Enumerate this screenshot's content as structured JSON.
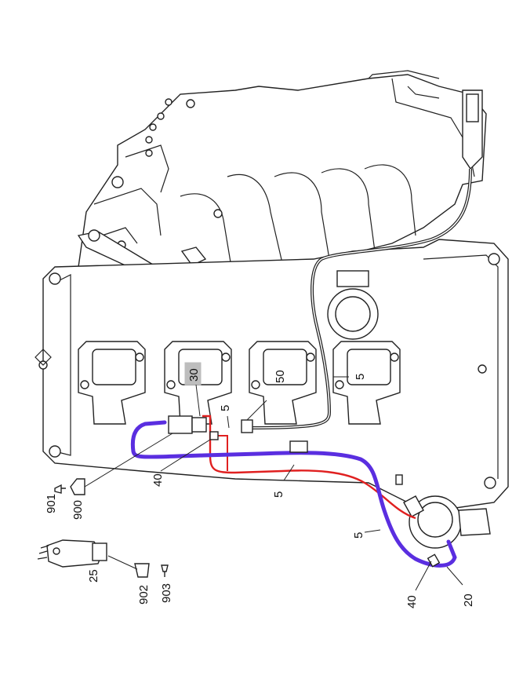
{
  "labels": {
    "l30": "30",
    "l50": "50",
    "l5_top": "5",
    "l5_coil": "5",
    "l5_mid": "5",
    "l5_right": "5",
    "l40_left": "40",
    "l40_right": "40",
    "l20": "20",
    "l900": "900",
    "l901": "901",
    "l902": "902",
    "l903": "903",
    "l25": "25"
  },
  "colors": {
    "red_hose": "#e02020",
    "blue_hose": "#5a2ee0",
    "highlight_30": "#bdbdbd"
  }
}
